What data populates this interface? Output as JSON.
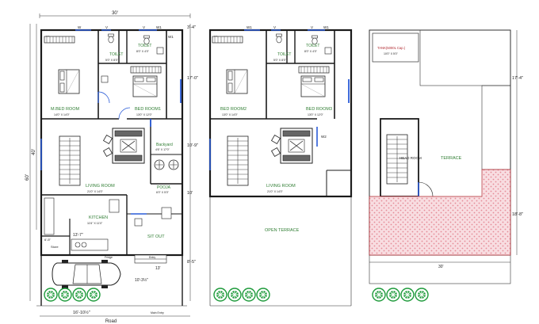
{
  "colors": {
    "wall": "#1a1a1a",
    "room_label_green": "#2f7d32",
    "room_label_red": "#b0282f",
    "door_blue": "#2a5bd7",
    "terrace_hatch": "#e58a96",
    "tree": "#1d9a3a"
  },
  "ground_floor": {
    "dim_top": "30'",
    "dim_right_top": "3'-4\"",
    "dim_right_1": "17'-0\"",
    "dim_right_2": "10'-9\"",
    "dim_right_3": "10'",
    "dim_right_4": "8'-5\"",
    "dim_left_outer": "40'",
    "dim_left_inner": "60'",
    "dim_bottom": "16'-10½\"",
    "dim_parking": "10'-3½\"",
    "dim_stair": "13'",
    "dim_kitchen_w": "13'-7\"",
    "dim_store": "6'-5\"",
    "road": "Road",
    "main_entry": "Main Entry",
    "entry": "Entry",
    "rooms": {
      "toilet1_name": "TOILET",
      "toilet1_size": "8'0\" X 4'0\"",
      "toilet2_name": "TOILET",
      "toilet2_size": "5'0\" X 8'0\"",
      "mbed_name": "M.BED ROOM",
      "mbed_size": "14'0\" X 14'0\"",
      "bed1_name": "BED ROOM1",
      "bed1_size": "13'0\" X 12'0\"",
      "backyard_name": "Backyard",
      "backyard_size": "4'6\" X 17'0\"",
      "living_name": "LIVING ROOM",
      "living_size": "21'0\" X 14'0\"",
      "pooja_name": "POOJA",
      "pooja_size": "6'0\" X 5'0\"",
      "kitchen_name": "KITCHEN",
      "kitchen_size": "11'6\" X 11'0\"",
      "sitout_name": "SIT OUT",
      "store_name": "Store",
      "fridge": "Fridge"
    },
    "window_tags": [
      "W",
      "V",
      "V",
      "W1",
      "W",
      "W1"
    ]
  },
  "first_floor": {
    "rooms": {
      "toilet1_name": "TOILET",
      "toilet1_size": "8'0\" X 4'0\"",
      "toilet2_name": "TOILET",
      "toilet2_size": "5'0\" X 8'0\"",
      "bed2_name": "BED ROOM2",
      "bed2_size": "13'0\" X 14'0\"",
      "bed3_name": "BED ROOM3",
      "bed3_size": "13'0\" X 12'0\"",
      "living_name": "LIVING ROOM",
      "living_size": "21'0\" X 14'0\"",
      "open_terrace": "OPEN TERRACE"
    },
    "window_tags": [
      "W1",
      "V",
      "V",
      "W1",
      "W",
      "W2"
    ]
  },
  "terrace_floor": {
    "tank_label": "TANK(5000L Cap.)",
    "tank_size": "10'0\" X 5'0\"",
    "head_room": "HEAD ROOM",
    "terrace": "TERRACE",
    "dim_right_top": "17'-4\"",
    "dim_right_bottom": "18'-8\"",
    "dim_bottom": "30'"
  }
}
